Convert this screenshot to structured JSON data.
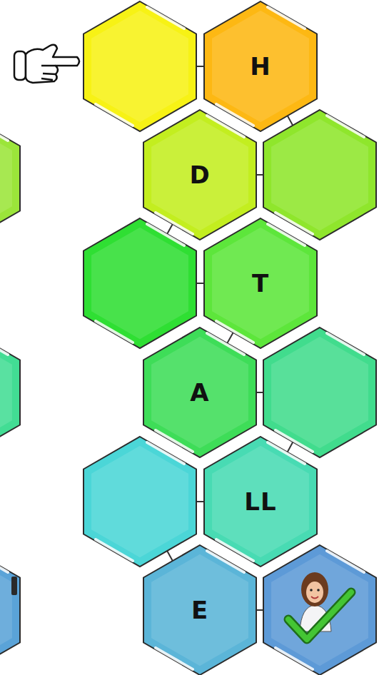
{
  "diagram": {
    "nodes": [
      {
        "text": [
          "H"
        ]
      },
      {
        "text": [
          "D"
        ]
      },
      {
        "text": [
          "T"
        ]
      },
      {
        "text": [
          "A"
        ]
      },
      {
        "text": [
          "LL"
        ]
      },
      {
        "text": [
          "E"
        ]
      }
    ],
    "edges": [
      {
        "from": 2,
        "to": 3,
        "arrow": "none"
      }
    ]
  }
}
